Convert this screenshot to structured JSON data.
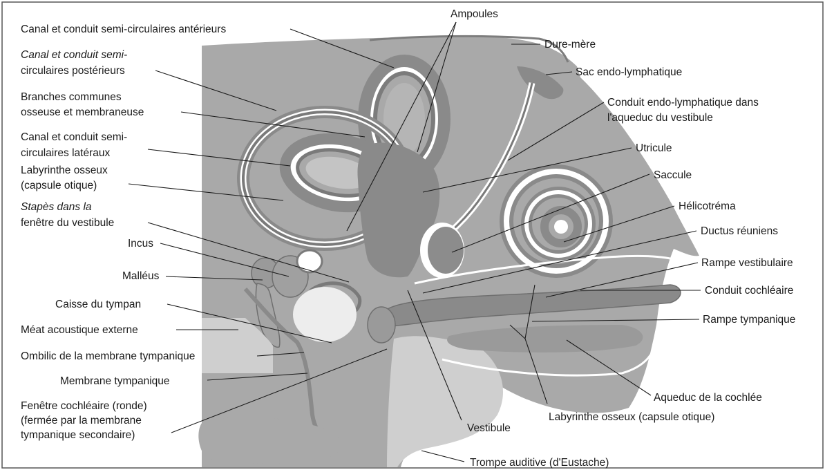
{
  "labels": {
    "l01": "Canal et conduit semi-circulaires antérieurs",
    "l02a": "Canal et conduit semi-",
    "l02b": "circulaires postérieurs",
    "l03a": "Branches communes",
    "l03b": "osseuse et membraneuse",
    "l04a": "Canal et conduit semi-",
    "l04b": "circulaires latéraux",
    "l05a": "Labyrinthe osseux",
    "l05b": "(capsule otique)",
    "l06a": "Stapès dans la",
    "l06b": "fenêtre du vestibule",
    "l07": "Incus",
    "l08": "Malléus",
    "l09": "Caisse du tympan",
    "l10": "Méat acoustique externe",
    "l11": "Ombilic de la membrane tympanique",
    "l12": "Membrane tympanique",
    "l13a": "Fenêtre cochléaire (ronde)",
    "l13b": "(fermée par la membrane",
    "l13c": "tympanique secondaire)",
    "r01": "Ampoules",
    "r02": "Dure-mère",
    "r03": "Sac endo-lymphatique",
    "r04a": "Conduit endo-lymphatique dans",
    "r04b": "l'aqueduc du vestibule",
    "r05": "Utricule",
    "r06": "Saccule",
    "r07": "Hélicotréma",
    "r08": "Ductus réuniens",
    "r09": "Rampe vestibulaire",
    "r10": "Conduit cochléaire",
    "r11": "Rampe tympanique",
    "r12": "Aqueduc de la cochlée",
    "r13": "Labyrinthe osseux (capsule otique)",
    "r14": "Vestibule",
    "r15": "Trompe auditive (d'Eustache)"
  }
}
